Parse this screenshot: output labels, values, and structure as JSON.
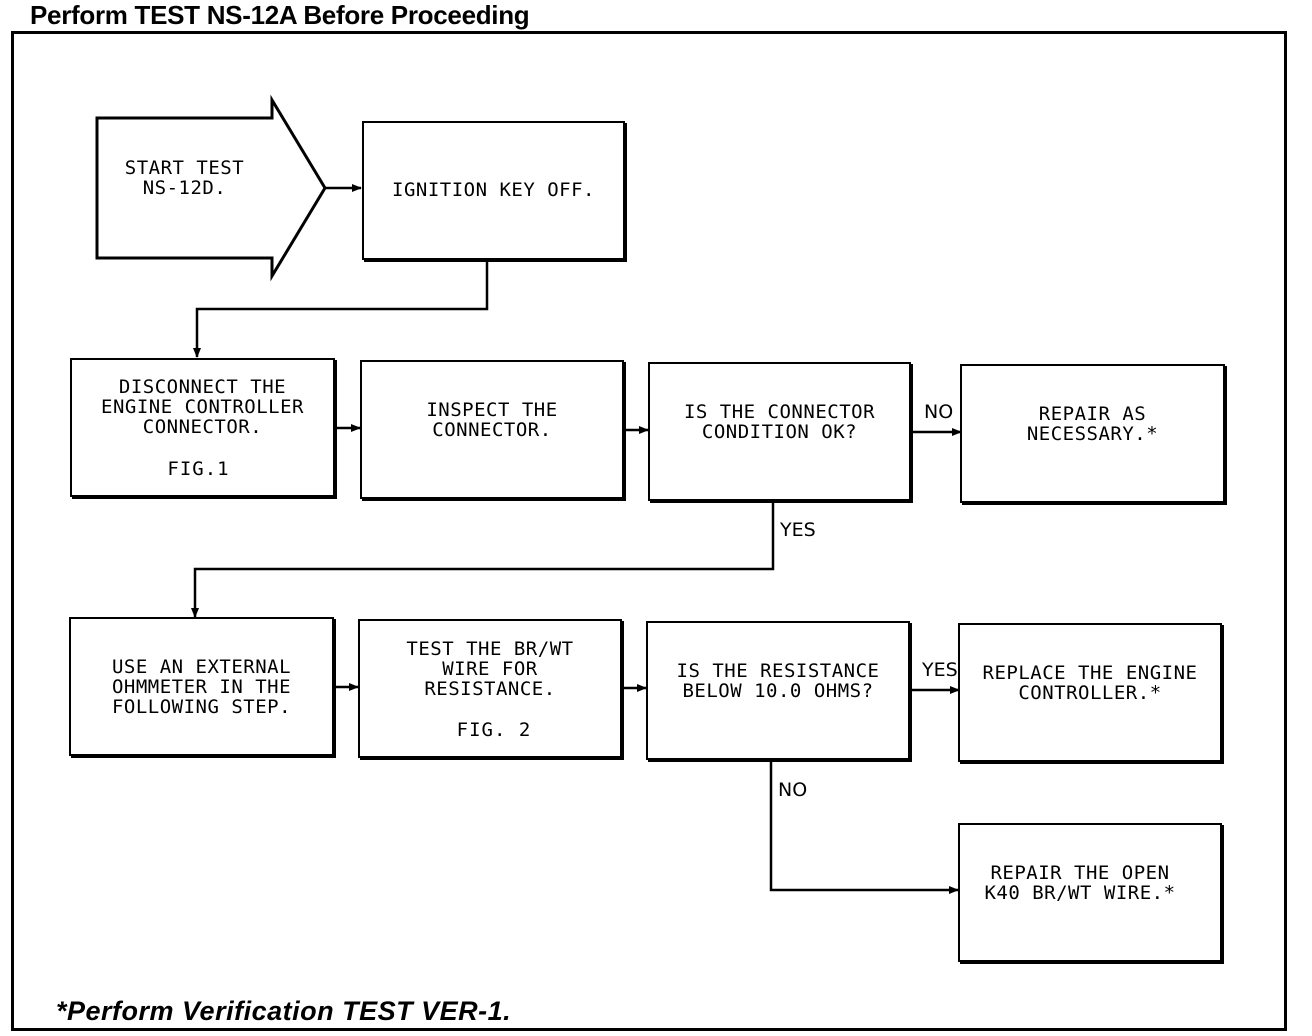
{
  "header": {
    "title": "Perform TEST NS-12A Before Proceeding"
  },
  "footer": {
    "note": "*Perform Verification TEST VER-1."
  },
  "flow": {
    "start": "START TEST\nNS-12D.",
    "ignition_off": "IGNITION KEY OFF.",
    "disconnect": "DISCONNECT THE\nENGINE CONTROLLER\nCONNECTOR.",
    "disconnect_fig": "FIG.1",
    "inspect": "INSPECT THE\nCONNECTOR.",
    "condition_question": "IS THE CONNECTOR\nCONDITION OK?",
    "repair_connector": "REPAIR AS\nNECESSARY.*",
    "use_ohmmeter": "USE AN EXTERNAL\nOHMMETER IN THE\nFOLLOWING STEP.",
    "test_wire": "TEST THE BR/WT\nWIRE FOR\nRESISTANCE.",
    "test_wire_fig": "FIG. 2",
    "resistance_question": "IS THE RESISTANCE\nBELOW 10.0 OHMS?",
    "replace_controller": "REPLACE THE ENGINE\nCONTROLLER.*",
    "repair_open_wire": "REPAIR THE OPEN\nK40 BR/WT WIRE.*"
  },
  "branches": {
    "condition_no": "NO",
    "condition_yes": "YES",
    "resistance_yes": "YES",
    "resistance_no": "NO"
  }
}
